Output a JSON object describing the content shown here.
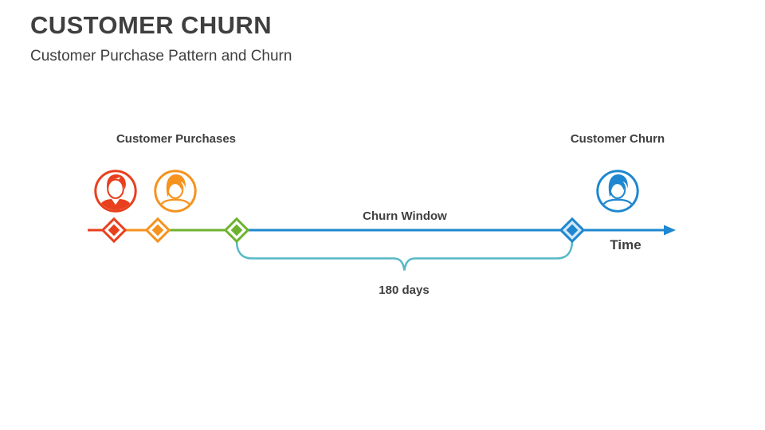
{
  "slide": {
    "title": "CUSTOMER CHURN",
    "subtitle": "Customer Purchase Pattern and Churn",
    "background": "#FFFFFF",
    "text_color": "#3F3F3F"
  },
  "diagram": {
    "type": "timeline",
    "labels": {
      "purchases_group": "Customer Purchases",
      "churn_group": "Customer Churn",
      "churn_window": "Churn Window",
      "churn_window_duration": "180 days",
      "axis": "Time"
    },
    "colors": {
      "purchase_1": "#E8401E",
      "purchase_2": "#F6921E",
      "last_purchase": "#6DB32F",
      "churn": "#1E87D0",
      "churn_diamond_ring": "#D3E8F8",
      "brace": "#56B9C6"
    },
    "markers": [
      {
        "id": "purchase-1",
        "color": "#E8401E"
      },
      {
        "id": "purchase-2",
        "color": "#F6921E"
      },
      {
        "id": "last-purchase-window-start",
        "color": "#6DB32F"
      },
      {
        "id": "churn-point",
        "color": "#1E87D0"
      }
    ]
  }
}
